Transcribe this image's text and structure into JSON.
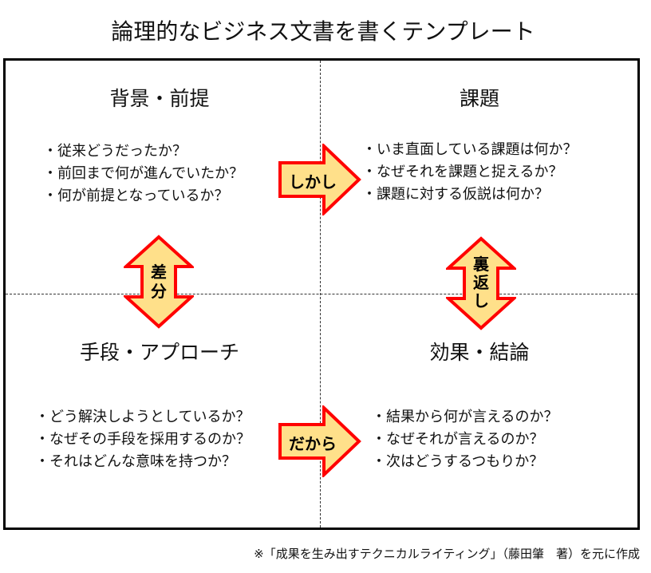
{
  "title": "論理的なビジネス文書を書くテンプレート",
  "quadrants": {
    "top_left": {
      "heading": "背景・前提",
      "bullets": [
        "・従来どうだったか？",
        "・前回まで何が進んでいたか？",
        "・何が前提となっているか？"
      ]
    },
    "top_right": {
      "heading": "課題",
      "bullets": [
        "・いま直面している課題は何か？",
        "・なぜそれを課題と捉えるか？",
        "・課題に対する仮説は何か？"
      ]
    },
    "bottom_left": {
      "heading": "手段・アプローチ",
      "bullets": [
        "・どう解決しようとしているか？",
        "・なぜその手段を採用するのか？",
        "・それはどんな意味を持つか？"
      ]
    },
    "bottom_right": {
      "heading": "効果・結論",
      "bullets": [
        "・結果から何が言えるのか？",
        "・なぜそれが言えるのか？",
        "・次はどうするつもりか？"
      ]
    }
  },
  "arrows": {
    "however": "しかし",
    "therefore": "だから",
    "difference": [
      "差",
      "分"
    ],
    "inverse": [
      "裏",
      "返",
      "し"
    ]
  },
  "colors": {
    "arrow_fill": "#FFE08A",
    "arrow_stroke": "#FF0000"
  },
  "footer": "※「成果を生み出すテクニカルライティング」（藤田肇　著）を元に作成"
}
